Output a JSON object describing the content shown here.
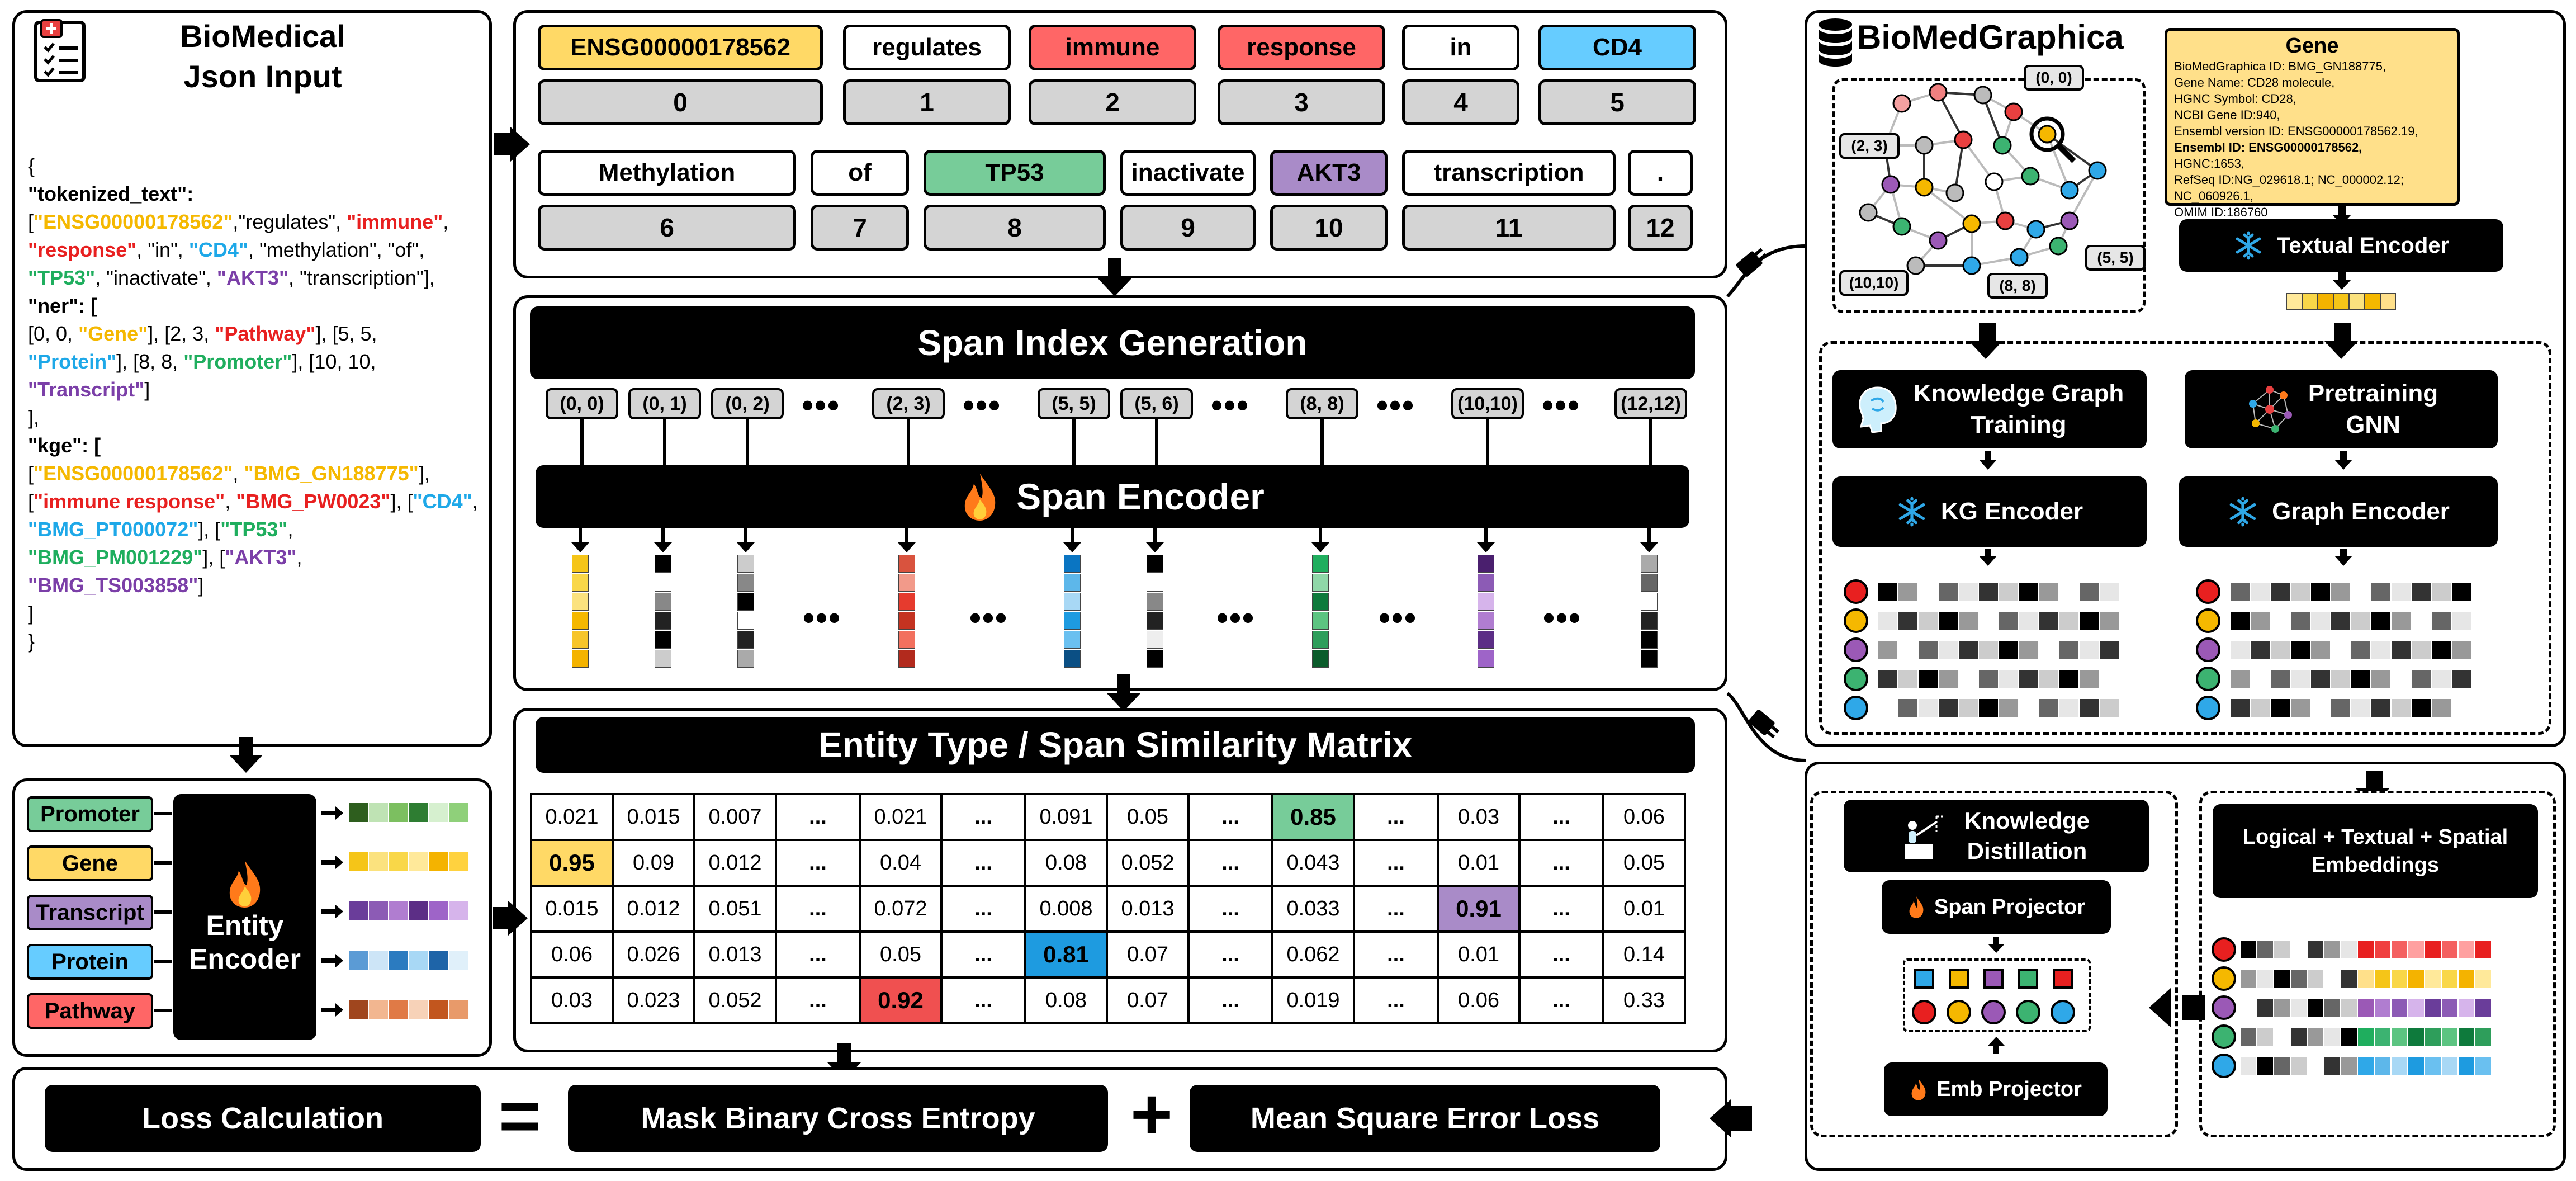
{
  "colors": {
    "yellow": "#FFD966",
    "red": "#FF6666",
    "blue": "#66CCFF",
    "green": "#77CC99",
    "purple": "#A98BC8",
    "gray": "#D4D4D4"
  },
  "json_input": {
    "title_line1": "BioMedical",
    "title_line2": "Json Input",
    "brace_open": "{",
    "brace_close": "}",
    "tokenized_key": "\"tokenized_text\":",
    "tokenized_value": "[\"ENSG00000178562\",\"regulates\", \"immune\", \"response\", \"in\", \"CD4\", \"methylation\", \"of\", \"TP53\", \"inactivate\", \"AKT3\", \"transcription\"],",
    "ner_key": "\"ner\": [",
    "ner_value": "[0, 0, \"Gene\"], [2, 3, \"Pathway\"], [5, 5, \"Protein\"], [8, 8, \"Promoter\"], [10, 10, \"Transcript\"]",
    "ner_close": "],",
    "kge_key": "\"kge\": [",
    "kge_value": "[\"ENSG00000178562\", \"BMG_GN188775\"], [\"immune response\", \"BMG_PW0023\"], [\"CD4\", \"BMG_PT000072\"], [\"TP53\", \"BMG_PM001229\"], [\"AKT3\", \"BMG_TS003858\"]",
    "kge_close": "]"
  },
  "tokens_row1": [
    {
      "text": "ENSG00000178562",
      "color": "#FFD966",
      "index": "0"
    },
    {
      "text": "regulates",
      "color": "#ffffff",
      "index": "1"
    },
    {
      "text": "immune",
      "color": "#FF6666",
      "index": "2"
    },
    {
      "text": "response",
      "color": "#FF6666",
      "index": "3"
    },
    {
      "text": "in",
      "color": "#ffffff",
      "index": "4"
    },
    {
      "text": "CD4",
      "color": "#66CCFF",
      "index": "5"
    }
  ],
  "tokens_row2": [
    {
      "text": "Methylation",
      "color": "#ffffff",
      "index": "6"
    },
    {
      "text": "of",
      "color": "#ffffff",
      "index": "7"
    },
    {
      "text": "TP53",
      "color": "#77CC99",
      "index": "8"
    },
    {
      "text": "inactivate",
      "color": "#ffffff",
      "index": "9"
    },
    {
      "text": "AKT3",
      "color": "#A98BC8",
      "index": "10"
    },
    {
      "text": "transcription",
      "color": "#ffffff",
      "index": "11"
    },
    {
      "text": ".",
      "color": "#ffffff",
      "index": "12"
    }
  ],
  "span_index": {
    "title": "Span Index Generation",
    "spans": [
      "(0, 0)",
      "(0, 1)",
      "(0, 2)",
      "•••",
      "(2, 3)",
      "•••",
      "(5, 5)",
      "(5, 6)",
      "•••",
      "(8, 8)",
      "•••",
      "(10,10)",
      "•••",
      "(12,12)"
    ]
  },
  "span_encoder": {
    "title": "Span Encoder",
    "ellipsis": "•••"
  },
  "similarity": {
    "title": "Entity Type / Span Similarity Matrix",
    "rows": [
      [
        "0.021",
        "0.015",
        "0.007",
        "...",
        "0.021",
        "...",
        "0.091",
        "0.05",
        "...",
        "0.85",
        "...",
        "0.03",
        "...",
        "0.06"
      ],
      [
        "0.95",
        "0.09",
        "0.012",
        "...",
        "0.04",
        "...",
        "0.08",
        "0.052",
        "...",
        "0.043",
        "...",
        "0.01",
        "...",
        "0.05"
      ],
      [
        "0.015",
        "0.012",
        "0.051",
        "...",
        "0.072",
        "...",
        "0.008",
        "0.013",
        "...",
        "0.033",
        "...",
        "0.91",
        "...",
        "0.01"
      ],
      [
        "0.06",
        "0.026",
        "0.013",
        "...",
        "0.05",
        "...",
        "0.81",
        "0.07",
        "...",
        "0.062",
        "...",
        "0.01",
        "...",
        "0.14"
      ],
      [
        "0.03",
        "0.023",
        "0.052",
        "...",
        "0.92",
        "...",
        "0.08",
        "0.07",
        "...",
        "0.019",
        "...",
        "0.06",
        "...",
        "0.33"
      ]
    ],
    "highlights": [
      {
        "row": 0,
        "col": 9,
        "color": "#77CC99"
      },
      {
        "row": 1,
        "col": 0,
        "color": "#FFD966"
      },
      {
        "row": 2,
        "col": 11,
        "color": "#A98BC8"
      },
      {
        "row": 3,
        "col": 6,
        "color": "#1E9BE0"
      },
      {
        "row": 4,
        "col": 4,
        "color": "#F05050"
      }
    ]
  },
  "entity_encoder": {
    "title": "Entity\nEncoder",
    "types": [
      {
        "label": "Promoter",
        "color": "#77CC99"
      },
      {
        "label": "Gene",
        "color": "#FFD966"
      },
      {
        "label": "Transcript",
        "color": "#A98BC8"
      },
      {
        "label": "Protein",
        "color": "#66CCFF"
      },
      {
        "label": "Pathway",
        "color": "#FF6666"
      }
    ]
  },
  "loss": {
    "calc": "Loss Calculation",
    "eq": "=",
    "bce": "Mask Binary Cross Entropy",
    "plus": "+",
    "mse": "Mean Square Error  Loss"
  },
  "biomedgraphica": {
    "title": "BioMedGraphica",
    "node_labels": [
      "(0, 0)",
      "(2, 3)",
      "(5, 5)",
      "(8, 8)",
      "(10,10)"
    ],
    "gene_card": {
      "title": "Gene",
      "lines": [
        "BioMedGraphica ID: BMG_GN188775,",
        "Gene Name: CD28 molecule,",
        "HGNC Symbol: CD28,",
        "NCBI Gene ID:940,",
        "Ensembl version ID: ENSG00000178562.19,",
        "Ensembl ID: ENSG00000178562,",
        "HGNC:1653,",
        "RefSeq ID:NG_029618.1; NC_000002.12; NC_060926.1,",
        "OMIM ID:186760"
      ]
    },
    "textual_encoder": "Textual Encoder",
    "kg_training": "Knowledge Graph\nTraining",
    "pretraining_gnn": "Pretraining\nGNN",
    "kg_encoder": "KG Encoder",
    "graph_encoder": "Graph Encoder"
  },
  "distill": {
    "knowledge_distillation": "Knowledge\nDistillation",
    "span_projector": "Span Projector",
    "emb_projector": "Emb Projector",
    "logical_embeddings": "Logical + Textual + Spatial\nEmbeddings"
  },
  "icons": [
    "document-icon",
    "fire-icon",
    "snowflake-icon",
    "database-icon",
    "magnifier-icon",
    "brain-icon",
    "network-icon",
    "plug-icon",
    "teacher-icon"
  ]
}
